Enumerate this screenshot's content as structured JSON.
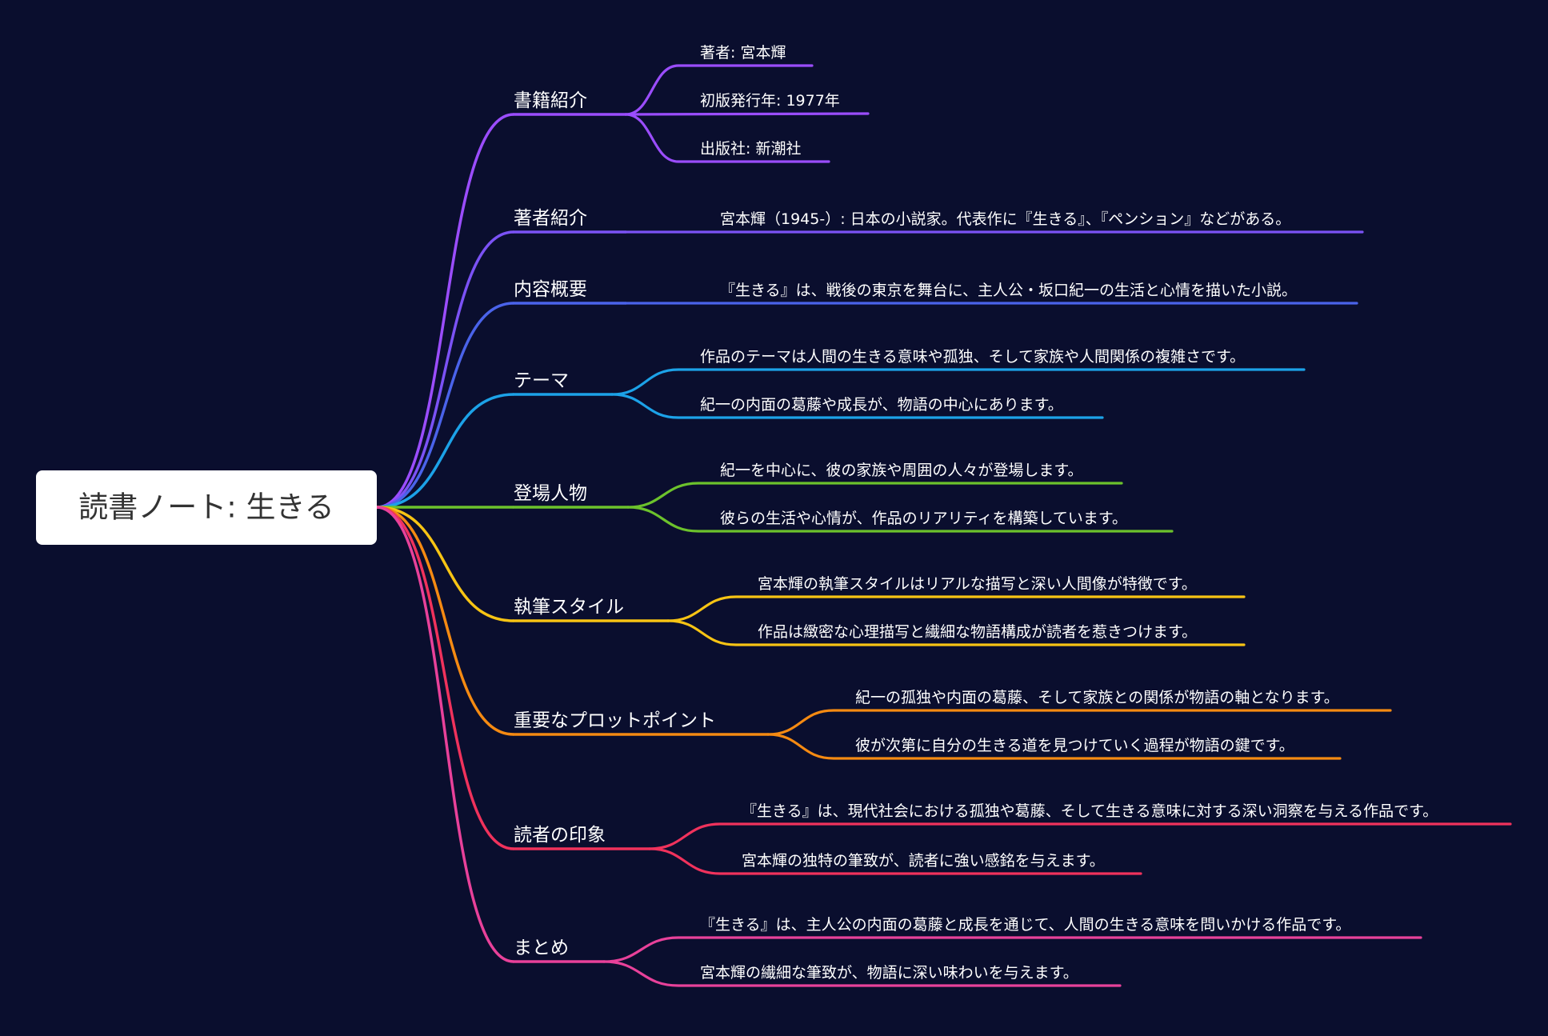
{
  "root": {
    "label": "読書ノート: 生きる"
  },
  "branches": [
    {
      "label": "書籍紹介",
      "color": "#9b4dff",
      "children": [
        "著者: 宮本輝",
        "初版発行年: 1977年",
        "出版社: 新潮社"
      ]
    },
    {
      "label": "著者紹介",
      "color": "#7b52f5",
      "children": [
        "宮本輝（1945-）: 日本の小説家。代表作に『生きる』、『ペンション』などがある。"
      ]
    },
    {
      "label": "内容概要",
      "color": "#4a63ea",
      "children": [
        "『生きる』は、戦後の東京を舞台に、主人公・坂口紀一の生活と心情を描いた小説。"
      ]
    },
    {
      "label": "テーマ",
      "color": "#1ca2e8",
      "children": [
        "作品のテーマは人間の生きる意味や孤独、そして家族や人間関係の複雑さです。",
        "紀一の内面の葛藤や成長が、物語の中心にあります。"
      ]
    },
    {
      "label": "登場人物",
      "color": "#6cc22c",
      "children": [
        "紀一を中心に、彼の家族や周囲の人々が登場します。",
        "彼らの生活や心情が、作品のリアリティを構築しています。"
      ]
    },
    {
      "label": "執筆スタイル",
      "color": "#f7c414",
      "children": [
        "宮本輝の執筆スタイルはリアルな描写と深い人間像が特徴です。",
        "作品は緻密な心理描写と繊細な物語構成が読者を惹きつけます。"
      ]
    },
    {
      "label": "重要なプロットポイント",
      "color": "#f58a12",
      "children": [
        "紀一の孤独や内面の葛藤、そして家族との関係が物語の軸となります。",
        "彼が次第に自分の生きる道を見つけていく過程が物語の鍵です。"
      ]
    },
    {
      "label": "読者の印象",
      "color": "#f0325c",
      "children": [
        "『生きる』は、現代社会における孤独や葛藤、そして生きる意味に対する深い洞察を与える作品です。",
        "宮本輝の独特の筆致が、読者に強い感銘を与えます。"
      ]
    },
    {
      "label": "まとめ",
      "color": "#e8419a",
      "children": [
        "『生きる』は、主人公の内面の葛藤と成長を通じて、人間の生きる意味を問いかける作品です。",
        "宮本輝の繊細な筆致が、物語に深い味わいを与えます。"
      ]
    }
  ]
}
